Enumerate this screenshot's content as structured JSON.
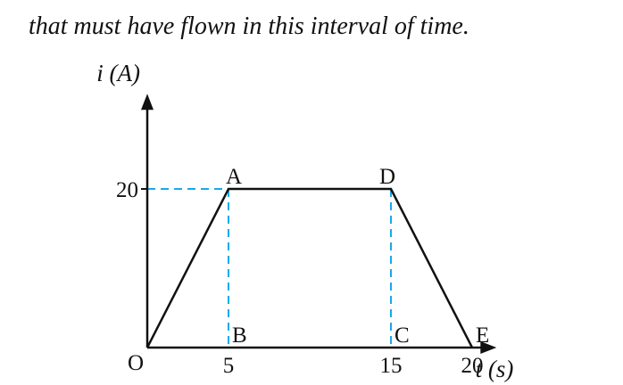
{
  "caption": "that must have flown in this interval of time.",
  "chart_data": {
    "type": "line",
    "title": "",
    "xlabel": "t (s)",
    "ylabel": "i (A)",
    "x_ticks": [
      {
        "value": 5,
        "label": "5"
      },
      {
        "value": 15,
        "label": "15"
      },
      {
        "value": 20,
        "label": "20"
      }
    ],
    "y_ticks": [
      {
        "value": 20,
        "label": "20"
      }
    ],
    "origin_label": "O",
    "xlim": [
      0,
      21.5
    ],
    "ylim": [
      0,
      32
    ],
    "grid": false,
    "series": [
      {
        "points": [
          {
            "x": 0,
            "y": 0,
            "label": "O"
          },
          {
            "x": 5,
            "y": 20,
            "label": "A"
          },
          {
            "x": 15,
            "y": 20,
            "label": "D"
          },
          {
            "x": 20,
            "y": 0,
            "label": "E"
          }
        ],
        "color": "#111111"
      }
    ],
    "foot_labels": [
      {
        "x": 5,
        "y": 0,
        "label": "B"
      },
      {
        "x": 15,
        "y": 0,
        "label": "C"
      }
    ],
    "guide_color": "#1aa8ec",
    "axis_color": "#111111"
  }
}
